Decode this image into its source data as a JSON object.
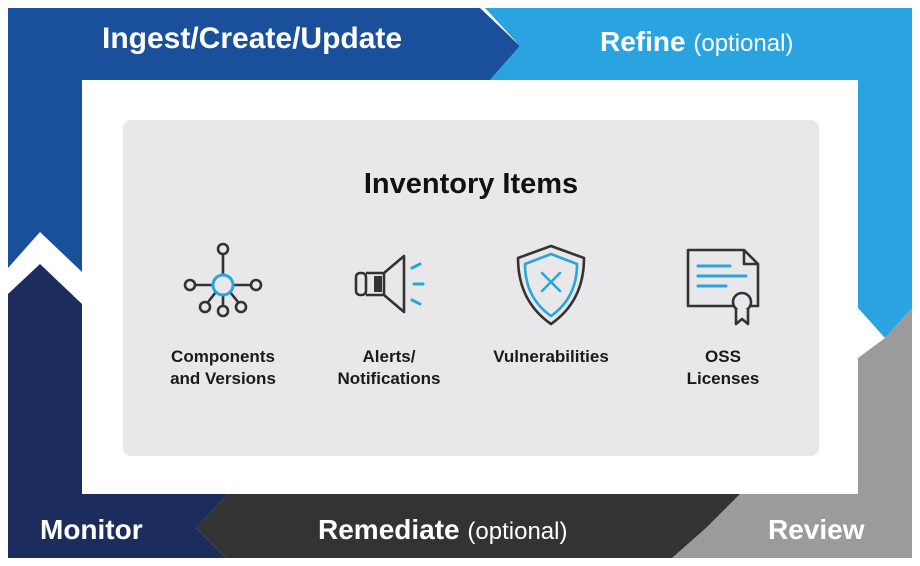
{
  "steps": {
    "ingest": {
      "label": "Ingest/Create/Update",
      "color": "#1a4f9c"
    },
    "refine": {
      "label": "Refine",
      "note": "(optional)",
      "color": "#2aa4e0"
    },
    "review": {
      "label": "Review",
      "color": "#9b9b9b"
    },
    "remediate": {
      "label": "Remediate",
      "note": "(optional)",
      "color": "#333333"
    },
    "monitor": {
      "label": "Monitor",
      "color": "#1c2c5c"
    }
  },
  "inventory": {
    "title": "Inventory Items",
    "items": [
      {
        "icon": "network-icon",
        "line1": "Components",
        "line2": "and Versions"
      },
      {
        "icon": "megaphone-icon",
        "line1": "Alerts/",
        "line2": "Notifications"
      },
      {
        "icon": "shield-icon",
        "line1": "Vulnerabilities",
        "line2": ""
      },
      {
        "icon": "certificate-icon",
        "line1": "OSS",
        "line2": "Licenses"
      }
    ]
  },
  "colors": {
    "accent": "#2aa4e0",
    "icon_stroke": "#333333",
    "panel": "#e8e8ea"
  }
}
